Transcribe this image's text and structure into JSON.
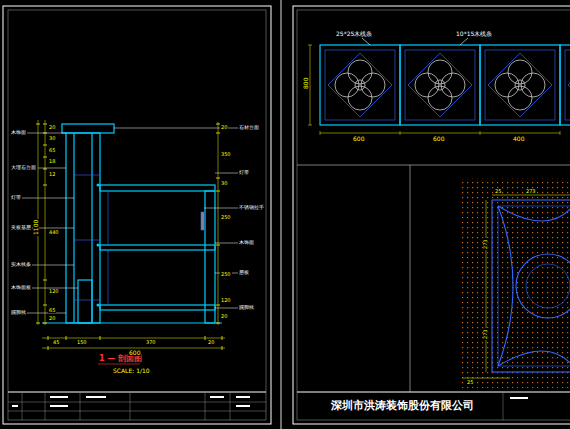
{
  "diagram": {
    "caption": "1 — 剖面图",
    "labels": [
      "SCALE: 1/10",
      "深圳市洪涛装饰股份有限公司",
      "25*25木线条",
      "10*15木线条",
      "800",
      "600",
      "600",
      "400",
      "20",
      "30",
      "65",
      "18",
      "12",
      "440",
      "120",
      "65",
      "20",
      "1100",
      "20",
      "350",
      "30",
      "250",
      "250",
      "120",
      "20",
      "45",
      "150",
      "370",
      "20",
      "600",
      "木饰面",
      "大理石台面",
      "灯带",
      "夹板基层",
      "实木线条",
      "木饰面板",
      "踢脚线",
      "石材台面",
      "灯带",
      "不锈钢拉手",
      "木饰面",
      "层板",
      "踢脚线",
      "25",
      "273",
      "273",
      "273",
      "25"
    ]
  }
}
